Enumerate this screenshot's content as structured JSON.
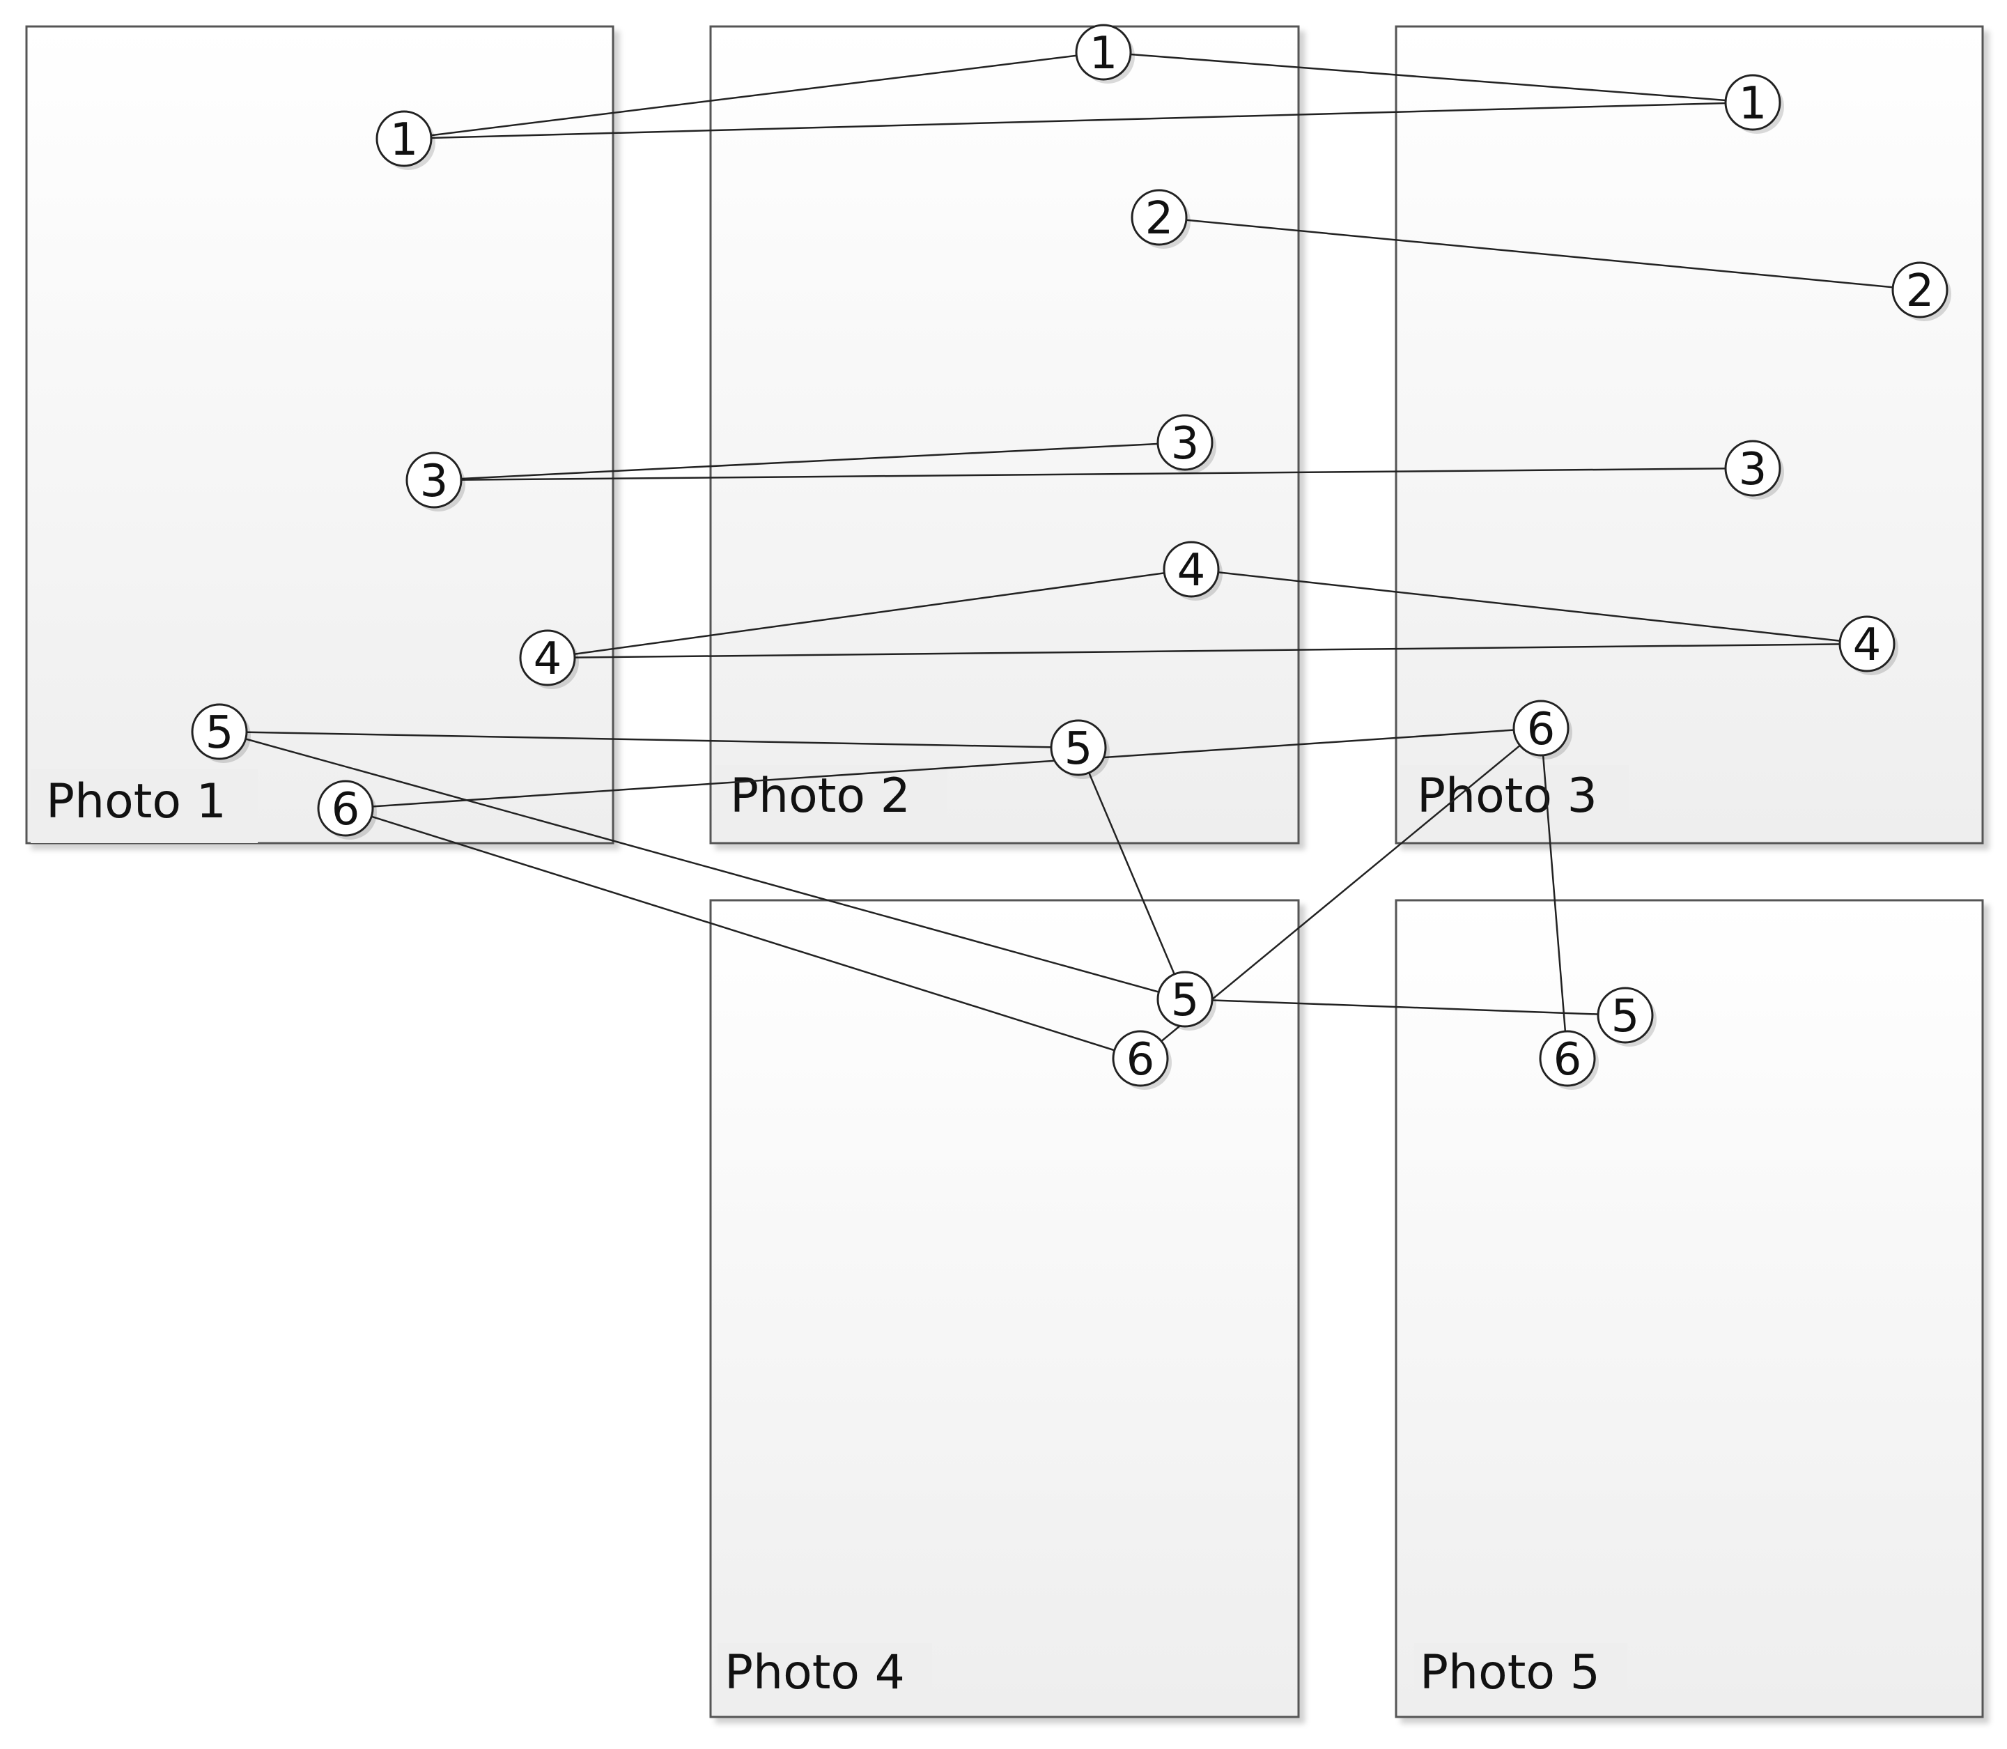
{
  "photos": [
    {
      "id": "p1",
      "label": "Photo 1"
    },
    {
      "id": "p2",
      "label": "Photo 2"
    },
    {
      "id": "p3",
      "label": "Photo 3"
    },
    {
      "id": "p4",
      "label": "Photo 4"
    },
    {
      "id": "p5",
      "label": "Photo 5"
    }
  ],
  "points": [
    {
      "id": "p1-1",
      "photo": "p1",
      "label": "1"
    },
    {
      "id": "p1-3",
      "photo": "p1",
      "label": "3"
    },
    {
      "id": "p1-4",
      "photo": "p1",
      "label": "4"
    },
    {
      "id": "p1-5",
      "photo": "p1",
      "label": "5"
    },
    {
      "id": "p1-6",
      "photo": "p1",
      "label": "6"
    },
    {
      "id": "p2-1",
      "photo": "p2",
      "label": "1"
    },
    {
      "id": "p2-2",
      "photo": "p2",
      "label": "2"
    },
    {
      "id": "p2-3",
      "photo": "p2",
      "label": "3"
    },
    {
      "id": "p2-4",
      "photo": "p2",
      "label": "4"
    },
    {
      "id": "p2-5",
      "photo": "p2",
      "label": "5"
    },
    {
      "id": "p3-1",
      "photo": "p3",
      "label": "1"
    },
    {
      "id": "p3-2",
      "photo": "p3",
      "label": "2"
    },
    {
      "id": "p3-3",
      "photo": "p3",
      "label": "3"
    },
    {
      "id": "p3-4",
      "photo": "p3",
      "label": "4"
    },
    {
      "id": "p3-6",
      "photo": "p3",
      "label": "6"
    },
    {
      "id": "p4-5",
      "photo": "p4",
      "label": "5"
    },
    {
      "id": "p4-6",
      "photo": "p4",
      "label": "6"
    },
    {
      "id": "p5-5",
      "photo": "p5",
      "label": "5"
    },
    {
      "id": "p5-6",
      "photo": "p5",
      "label": "6"
    }
  ],
  "connections": [
    [
      "p1-1",
      "p2-1"
    ],
    [
      "p2-1",
      "p3-1"
    ],
    [
      "p1-1",
      "p3-1"
    ],
    [
      "p2-2",
      "p3-2"
    ],
    [
      "p1-3",
      "p2-3"
    ],
    [
      "p1-3",
      "p3-3"
    ],
    [
      "p1-4",
      "p2-4"
    ],
    [
      "p2-4",
      "p3-4"
    ],
    [
      "p1-4",
      "p3-4"
    ],
    [
      "p1-5",
      "p2-5"
    ],
    [
      "p1-5",
      "p4-5"
    ],
    [
      "p2-5",
      "p4-5"
    ],
    [
      "p4-5",
      "p5-5"
    ],
    [
      "p1-6",
      "p3-6"
    ],
    [
      "p1-6",
      "p4-6"
    ],
    [
      "p4-6",
      "p3-6"
    ],
    [
      "p3-6",
      "p5-6"
    ]
  ],
  "colors": {
    "frame_stroke": "#555555",
    "frame_fill_top": "#ffffff",
    "frame_fill_bottom": "#eeeeee",
    "line": "#222222",
    "circle_stroke": "#222222",
    "circle_fill": "#ffffff",
    "label_bg": "#eeeeee",
    "text": "#111111"
  }
}
